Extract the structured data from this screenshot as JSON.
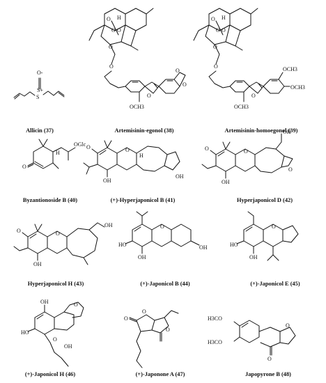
{
  "compounds": [
    {
      "label": "Allicin (37)"
    },
    {
      "label": "Artemisinin-egonol (38)"
    },
    {
      "label": "Artemisinin-homoegonol (39)"
    },
    {
      "label": "Byzantionoside B (40)"
    },
    {
      "label": "(+)-Hyperjaponicol B (41)"
    },
    {
      "label": "Hyperjaponicol D (42)"
    },
    {
      "label": "Hyperjaponicol H (43)"
    },
    {
      "label": "(+)-Japonicol B (44)"
    },
    {
      "label": "(+)-Japonicol E (45)"
    },
    {
      "label": "(+)-Japonicol H (46)"
    },
    {
      "label": "(+)-Japonone A (47)"
    },
    {
      "label": "Japopyrone B (48)"
    }
  ],
  "atoms": {
    "O": "O",
    "S": "S",
    "OH": "OH",
    "HO": "HO",
    "H": "H",
    "OCH3": "OCH3",
    "H3CO": "H3CO",
    "OGlc": "OGlc",
    "O_minus": "O-",
    "S_plus": "S+"
  }
}
